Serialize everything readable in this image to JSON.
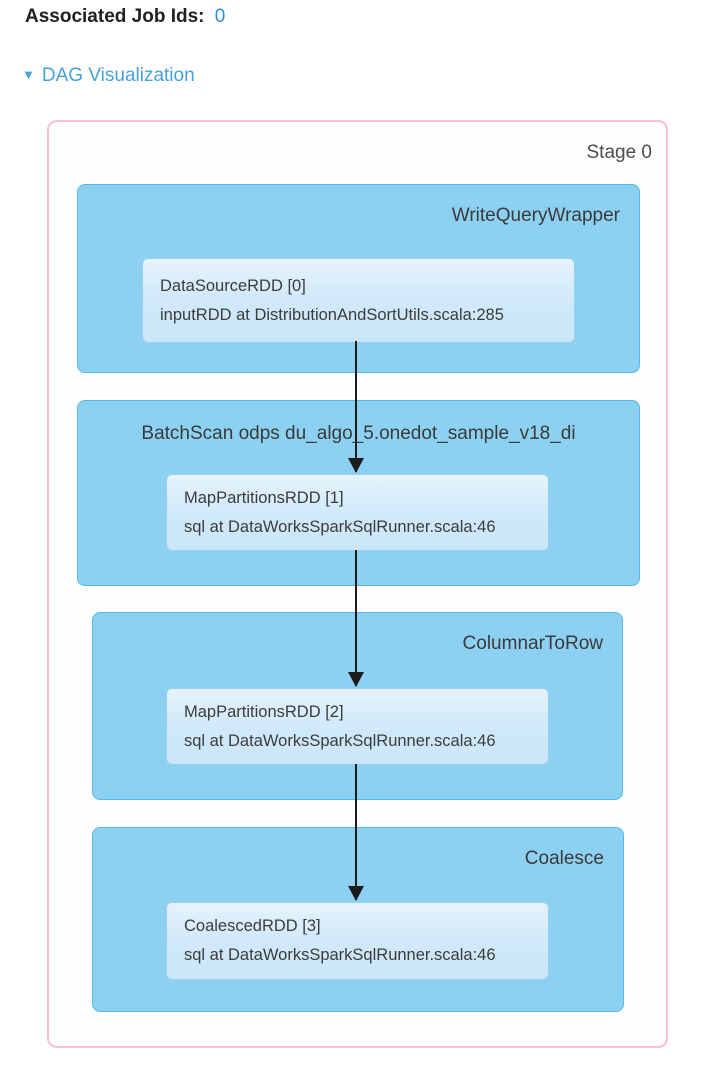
{
  "header": {
    "label": "Associated Job Ids:",
    "value": "0"
  },
  "dag_toggle": {
    "icon": "▼",
    "label": "DAG Visualization"
  },
  "dag": {
    "stage_label": "Stage 0",
    "nodes": [
      {
        "title": "WriteQueryWrapper",
        "rdd": {
          "name": "DataSourceRDD [0]",
          "call_site": "inputRDD at DistributionAndSortUtils.scala:285"
        }
      },
      {
        "title": "BatchScan odps du_algo_5.onedot_sample_v18_di",
        "rdd": {
          "name": "MapPartitionsRDD [1]",
          "call_site": "sql at DataWorksSparkSqlRunner.scala:46"
        }
      },
      {
        "title": "ColumnarToRow",
        "rdd": {
          "name": "MapPartitionsRDD [2]",
          "call_site": "sql at DataWorksSparkSqlRunner.scala:46"
        }
      },
      {
        "title": "Coalesce",
        "rdd": {
          "name": "CoalescedRDD [3]",
          "call_site": "sql at DataWorksSparkSqlRunner.scala:46"
        }
      }
    ]
  },
  "colors": {
    "link_blue": "#46a1db",
    "job_id_blue": "#2e8fd0",
    "stage_border_pink": "#f6c3cd",
    "node_fill_blue": "#8dd1f2",
    "node_border_blue": "#58b7e3",
    "rdd_fill_blue": "#d2eafa",
    "rdd_border_blue": "#98d1f0",
    "arrow_black": "#1c1c1c",
    "text_dark": "#3c3c3c"
  }
}
